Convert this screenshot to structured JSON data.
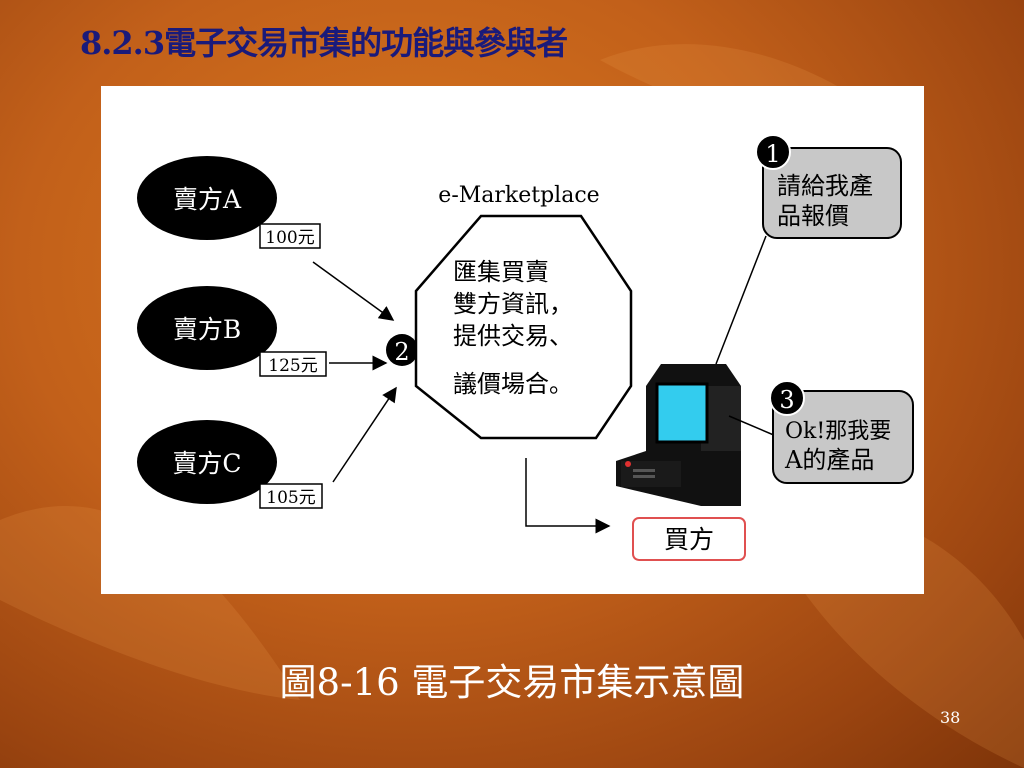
{
  "slide": {
    "title": "8.2.3電子交易市集的功能與參與者",
    "caption": "圖8-16 電子交易市集示意圖",
    "page_number": "38"
  },
  "diagram": {
    "marketplace_label": "e-Marketplace",
    "marketplace_text": [
      "匯集買賣",
      "雙方資訊，",
      "提供交易、",
      "議價場合。"
    ],
    "sellers": [
      {
        "name": "賣方A",
        "price": "100元"
      },
      {
        "name": "賣方B",
        "price": "125元"
      },
      {
        "name": "賣方C",
        "price": "105元"
      }
    ],
    "callouts": [
      {
        "number": "1",
        "lines": [
          "請給我產",
          "品報價"
        ]
      },
      {
        "number": "2"
      },
      {
        "number": "3",
        "lines": [
          "Ok!那我要",
          "A的產品"
        ]
      }
    ],
    "buyer_label": "買方"
  },
  "colors": {
    "title": "#1a1a7a",
    "bubble_fill": "#c8c8c8",
    "screen": "#33ccee",
    "buyer_border": "#e05050"
  }
}
